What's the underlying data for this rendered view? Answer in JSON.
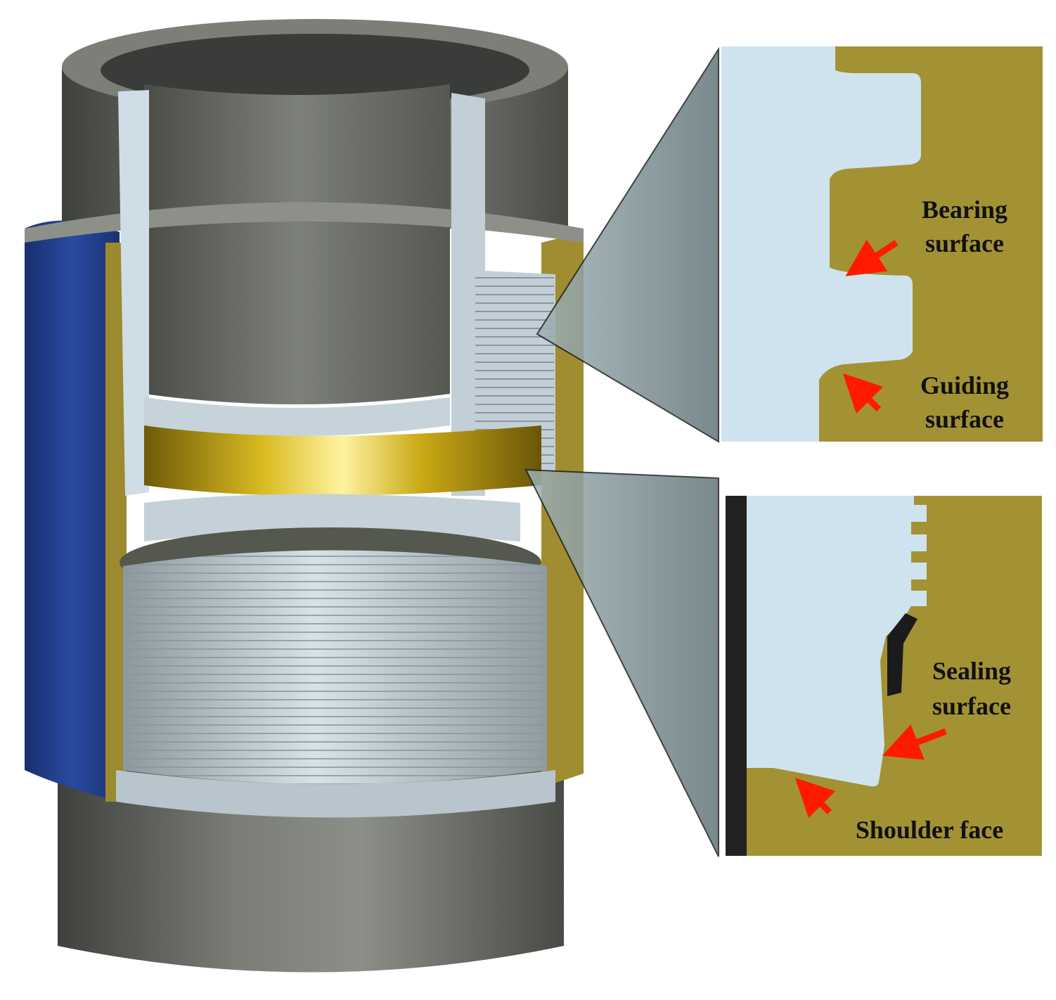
{
  "figure": {
    "labels": {
      "bearing_surface": [
        "Bearing",
        "surface"
      ],
      "guiding_surface": [
        "Guiding",
        "surface"
      ],
      "sealing_surface": [
        "Sealing",
        "surface"
      ],
      "shoulder_face": "Shoulder face"
    },
    "colors": {
      "pipe_gray": "#6e716a",
      "coupling_gold": "#a38f36",
      "coupling_blue": "#1f3c8a",
      "thread_steel": "#c9d6dc",
      "section_light": "#cfe3ef",
      "arrow_red": "#ff1a00",
      "seal_ring_brass": "#d4b21e"
    }
  }
}
